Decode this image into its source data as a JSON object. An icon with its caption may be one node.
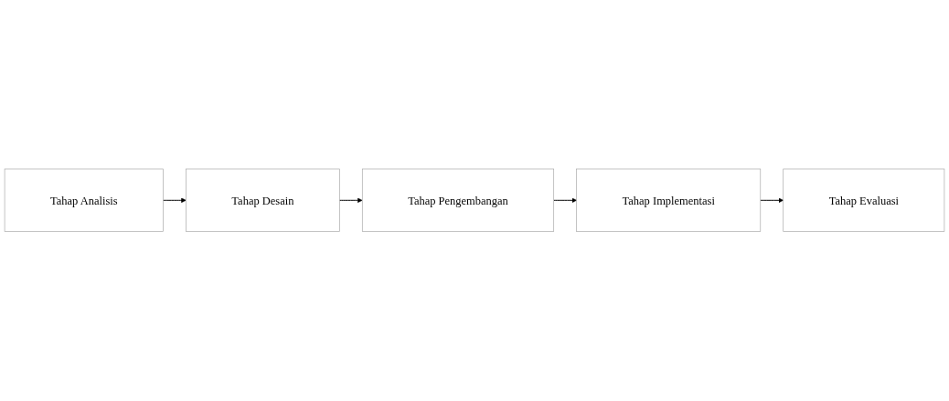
{
  "diagram": {
    "nodes": [
      {
        "text": [
          "Tahap Analisis"
        ]
      },
      {
        "text": [
          "Tahap Desain"
        ]
      },
      {
        "text": [
          "Tahap Pengembangan"
        ]
      },
      {
        "text": [
          "Tahap Implementasi"
        ]
      },
      {
        "text": [
          "Tahap Evaluasi"
        ]
      }
    ],
    "edges": [
      {
        "from": 0,
        "to": 1,
        "arrow": "to"
      },
      {
        "from": 1,
        "to": 2,
        "arrow": "to"
      },
      {
        "from": 2,
        "to": 3,
        "arrow": "to"
      },
      {
        "from": 3,
        "to": 4,
        "arrow": "to"
      }
    ]
  }
}
